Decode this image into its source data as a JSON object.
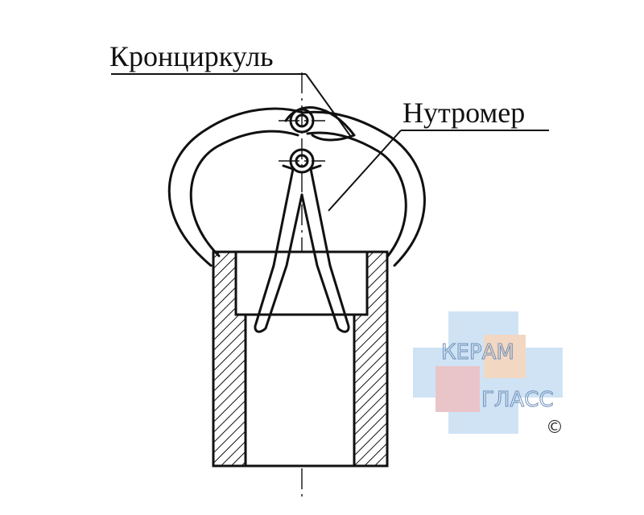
{
  "labels": {
    "caliper": "Кронциркуль",
    "bore_gauge": "Нутромер"
  },
  "watermark": {
    "line1": "КЕРАМ",
    "line2": "ГЛАСС",
    "copyright": "©"
  },
  "colors": {
    "ink": "#111111",
    "watermark_blue": "#cfe3f5",
    "watermark_peach": "#f2d7c2",
    "watermark_pink": "#e9c4c8",
    "watermark_text": "#6e8fb8"
  }
}
